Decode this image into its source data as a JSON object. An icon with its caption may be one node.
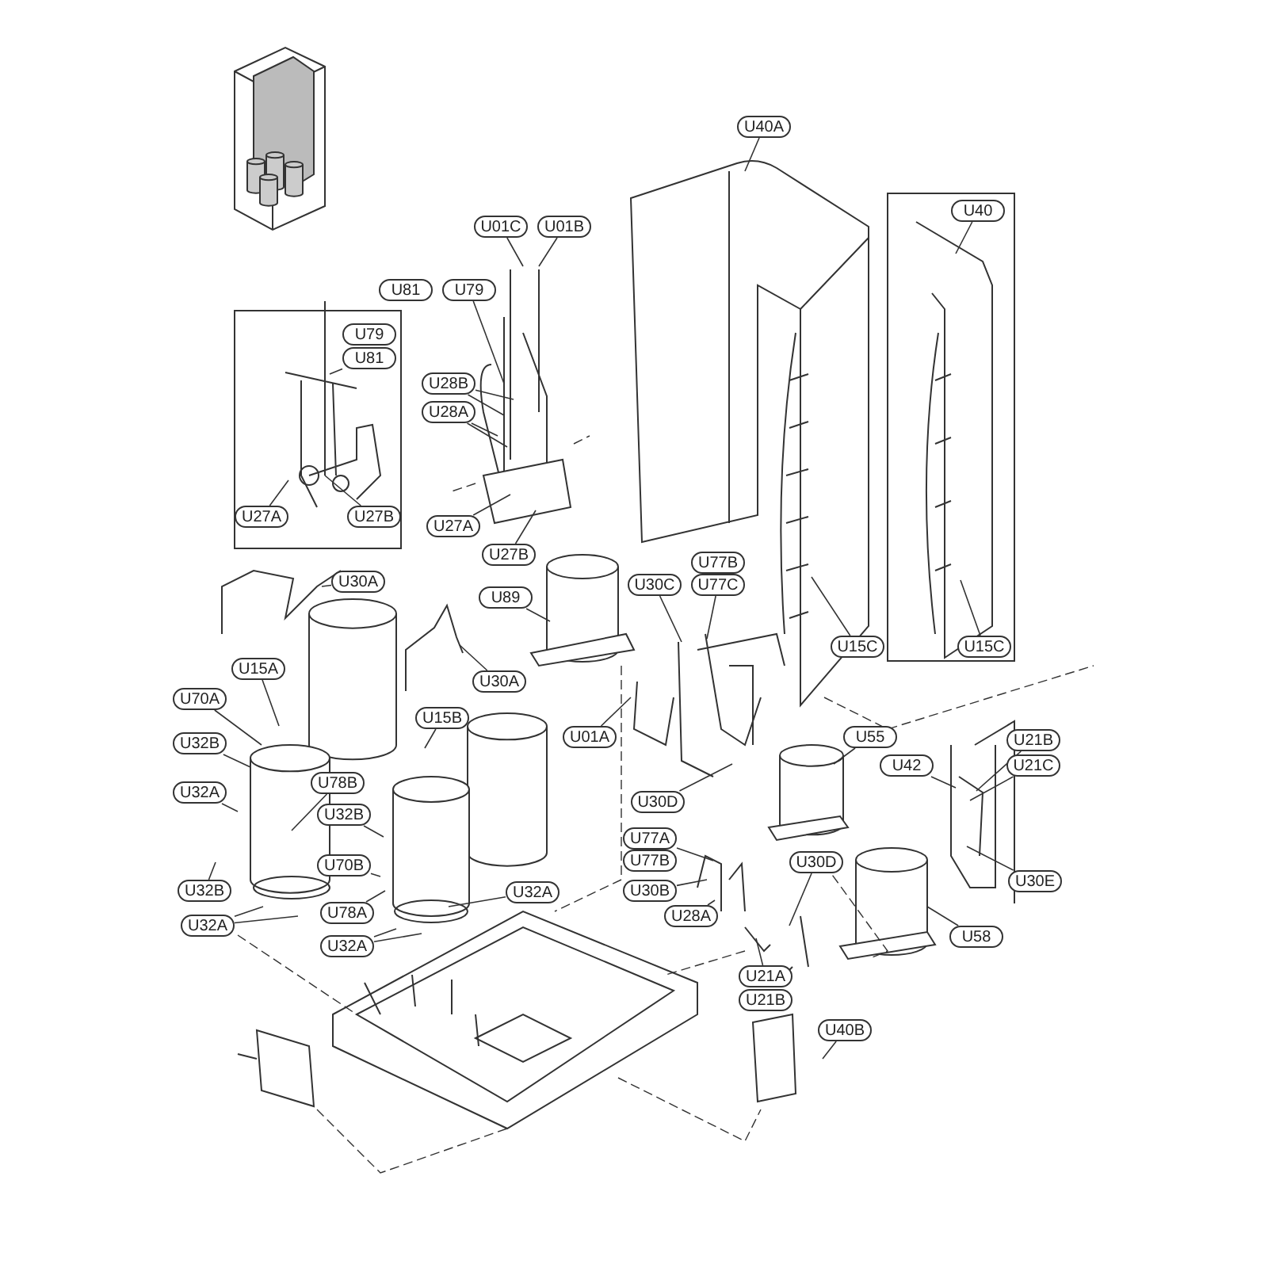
{
  "diagram": {
    "nodes": [
      {
        "text": [
          "U01C"
        ]
      },
      {
        "text": [
          "U01B"
        ]
      },
      {
        "text": [
          "U81"
        ]
      },
      {
        "text": [
          "U79"
        ]
      },
      {
        "text": [
          "U40A"
        ]
      },
      {
        "text": [
          "U40"
        ]
      },
      {
        "text": [
          "U79"
        ]
      },
      {
        "text": [
          "U81"
        ]
      },
      {
        "text": [
          "U28B"
        ]
      },
      {
        "text": [
          "U28A"
        ]
      },
      {
        "text": [
          "U27A"
        ]
      },
      {
        "text": [
          "U27B"
        ]
      },
      {
        "text": [
          "U27A"
        ]
      },
      {
        "text": [
          "U27B"
        ]
      },
      {
        "text": [
          "U77B"
        ]
      },
      {
        "text": [
          "U77C"
        ]
      },
      {
        "text": [
          "U30C"
        ]
      },
      {
        "text": [
          "U30A"
        ]
      },
      {
        "text": [
          "U89"
        ]
      },
      {
        "text": [
          "U15C"
        ]
      },
      {
        "text": [
          "U15C"
        ]
      },
      {
        "text": [
          "U15A"
        ]
      },
      {
        "text": [
          "U30A"
        ]
      },
      {
        "text": [
          "U70A"
        ]
      },
      {
        "text": [
          "U15B"
        ]
      },
      {
        "text": [
          "U01A"
        ]
      },
      {
        "text": [
          "U32B"
        ]
      },
      {
        "text": [
          "U55"
        ]
      },
      {
        "text": [
          "U21B"
        ]
      },
      {
        "text": [
          "U21C"
        ]
      },
      {
        "text": [
          "U42"
        ]
      },
      {
        "text": [
          "U78B"
        ]
      },
      {
        "text": [
          "U32A"
        ]
      },
      {
        "text": [
          "U30D"
        ]
      },
      {
        "text": [
          "U32B"
        ]
      },
      {
        "text": [
          "U30D"
        ]
      },
      {
        "text": [
          "U77A"
        ]
      },
      {
        "text": [
          "U77B"
        ]
      },
      {
        "text": [
          "U70B"
        ]
      },
      {
        "text": [
          "U30E"
        ]
      },
      {
        "text": [
          "U30B"
        ]
      },
      {
        "text": [
          "U32B"
        ]
      },
      {
        "text": [
          "U32A"
        ]
      },
      {
        "text": [
          "U78A"
        ]
      },
      {
        "text": [
          "U28A"
        ]
      },
      {
        "text": [
          "U32A"
        ]
      },
      {
        "text": [
          "U58"
        ]
      },
      {
        "text": [
          "U32A"
        ]
      },
      {
        "text": [
          "U21A"
        ]
      },
      {
        "text": [
          "U21B"
        ]
      },
      {
        "text": [
          "U40B"
        ]
      }
    ],
    "edges": [
      {
        "from": 0,
        "to": null,
        "arrow": "none"
      },
      {
        "from": 1,
        "to": null,
        "arrow": "none"
      },
      {
        "from": 3,
        "to": null,
        "arrow": "none"
      },
      {
        "from": 4,
        "to": null,
        "arrow": "none"
      },
      {
        "from": 5,
        "to": null,
        "arrow": "none"
      },
      {
        "from": 7,
        "to": null,
        "arrow": "none"
      },
      {
        "from": 8,
        "to": null,
        "arrow": "none"
      },
      {
        "from": 8,
        "to": null,
        "arrow": "none"
      },
      {
        "from": 9,
        "to": null,
        "arrow": "none"
      },
      {
        "from": 9,
        "to": null,
        "arrow": "none"
      },
      {
        "from": 10,
        "to": null,
        "arrow": "none"
      },
      {
        "from": 11,
        "to": null,
        "arrow": "none"
      },
      {
        "from": 12,
        "to": null,
        "arrow": "none"
      },
      {
        "from": 13,
        "to": null,
        "arrow": "none"
      },
      {
        "from": 15,
        "to": null,
        "arrow": "none"
      },
      {
        "from": 16,
        "to": null,
        "arrow": "none"
      },
      {
        "from": 17,
        "to": null,
        "arrow": "none"
      },
      {
        "from": 18,
        "to": null,
        "arrow": "none"
      },
      {
        "from": 19,
        "to": null,
        "arrow": "none"
      },
      {
        "from": 20,
        "to": null,
        "arrow": "none"
      },
      {
        "from": 21,
        "to": null,
        "arrow": "none"
      },
      {
        "from": 22,
        "to": null,
        "arrow": "none"
      },
      {
        "from": 23,
        "to": null,
        "arrow": "none"
      },
      {
        "from": 24,
        "to": null,
        "arrow": "none"
      },
      {
        "from": 25,
        "to": null,
        "arrow": "none"
      },
      {
        "from": 26,
        "to": null,
        "arrow": "none"
      },
      {
        "from": 27,
        "to": null,
        "arrow": "none"
      },
      {
        "from": 28,
        "to": null,
        "arrow": "none"
      },
      {
        "from": 29,
        "to": null,
        "arrow": "none"
      },
      {
        "from": 30,
        "to": null,
        "arrow": "none"
      },
      {
        "from": 31,
        "to": null,
        "arrow": "none"
      },
      {
        "from": 32,
        "to": null,
        "arrow": "none"
      },
      {
        "from": 33,
        "to": null,
        "arrow": "none"
      },
      {
        "from": 34,
        "to": null,
        "arrow": "none"
      },
      {
        "from": 35,
        "to": null,
        "arrow": "none"
      },
      {
        "from": 36,
        "to": null,
        "arrow": "none"
      },
      {
        "from": 38,
        "to": null,
        "arrow": "none"
      },
      {
        "from": 39,
        "to": null,
        "arrow": "none"
      },
      {
        "from": 40,
        "to": null,
        "arrow": "none"
      },
      {
        "from": 41,
        "to": null,
        "arrow": "none"
      },
      {
        "from": 42,
        "to": null,
        "arrow": "none"
      },
      {
        "from": 43,
        "to": null,
        "arrow": "none"
      },
      {
        "from": 44,
        "to": null,
        "arrow": "none"
      },
      {
        "from": 45,
        "to": null,
        "arrow": "none"
      },
      {
        "from": 45,
        "to": null,
        "arrow": "none"
      },
      {
        "from": 46,
        "to": null,
        "arrow": "none"
      },
      {
        "from": 47,
        "to": null,
        "arrow": "none"
      },
      {
        "from": 47,
        "to": null,
        "arrow": "none"
      },
      {
        "from": 48,
        "to": null,
        "arrow": "none"
      },
      {
        "from": 50,
        "to": null,
        "arrow": "none"
      }
    ]
  }
}
